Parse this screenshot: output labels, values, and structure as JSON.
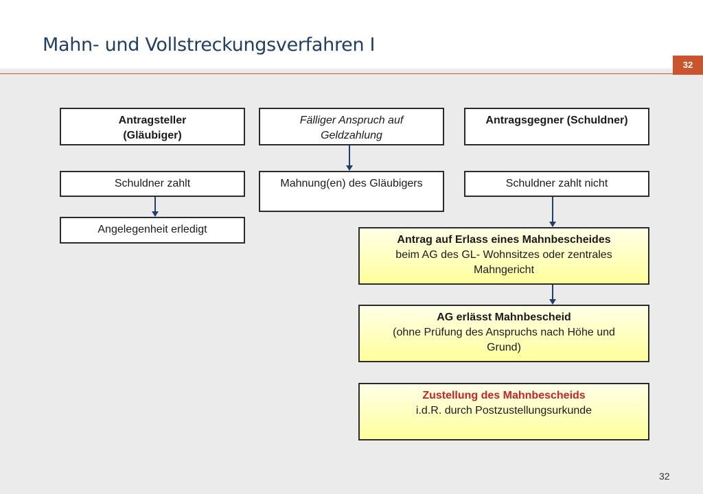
{
  "title": "Mahn- und Vollstreckungsverfahren I",
  "page_badge": "32",
  "footer_page": "32",
  "boxes": {
    "antragsteller": {
      "line1": "Antragsteller",
      "line2": "(Gläubiger)"
    },
    "anspruch": {
      "line1": "Fälliger Anspruch auf",
      "line2": "Geldzahlung"
    },
    "antragsgegner": {
      "line1": "Antragsgegner (Schuldner)"
    },
    "schuldner_zahlt": {
      "line1": "Schuldner zahlt"
    },
    "mahnung": {
      "line1": "Mahnung(en) des Gläubigers"
    },
    "schuldner_zahlt_nicht": {
      "line1": "Schuldner zahlt nicht"
    },
    "erledigt": {
      "line1": "Angelegenheit erledigt"
    },
    "antrag_erlass": {
      "heading": "Antrag auf Erlass eines Mahnbescheides",
      "line2": "beim AG des GL- Wohnsitzes oder zentrales",
      "line3": "Mahngericht"
    },
    "ag_erlaesst": {
      "heading": "AG erlässt Mahnbescheid",
      "line2": "(ohne Prüfung des Anspruchs nach Höhe und",
      "line3": "Grund)"
    },
    "zustellung": {
      "heading": "Zustellung des Mahnbescheids",
      "line2": "i.d.R. durch Postzustellungsurkunde"
    }
  },
  "colors": {
    "title": "#1f3f66",
    "accent": "#c9542d",
    "arrow": "#1f3f66",
    "highlight": "#d0202a",
    "yellow_box": "#ffff9c"
  }
}
